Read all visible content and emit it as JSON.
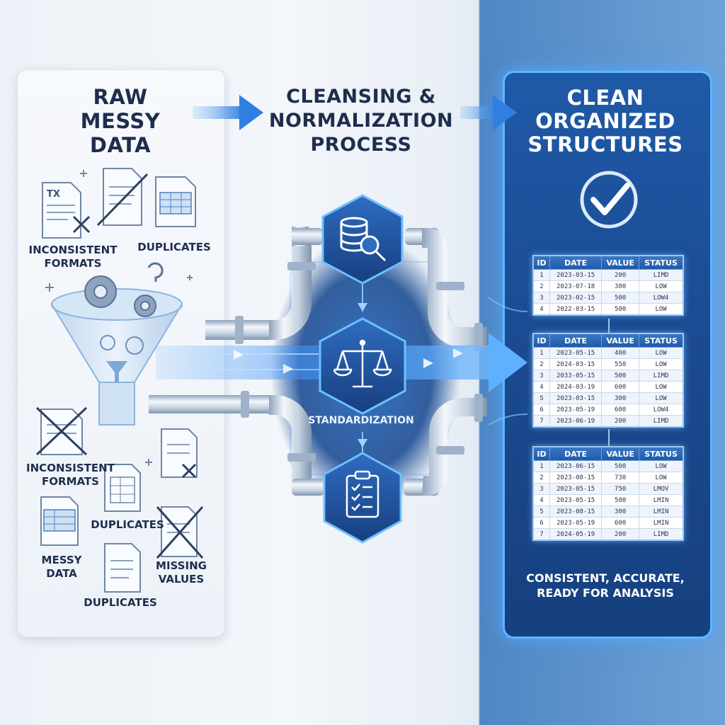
{
  "left_panel": {
    "heading_lines": [
      "RAW",
      "MESSY",
      "DATA"
    ],
    "doc_tag": "TX",
    "labels": {
      "inconsistent_formats_1": [
        "INCONSISTENT",
        "FORMATS"
      ],
      "duplicates_1": "DUPLICATES",
      "inconsistent_formats_2": [
        "INCONSISTENT",
        "FORMATS"
      ],
      "duplicates_2": "DUPLICATES",
      "messy_data": [
        "MESSY",
        "DATA"
      ],
      "missing_values": [
        "MISSING",
        "VALUES"
      ],
      "duplicates_3": "DUPLICATES"
    }
  },
  "middle": {
    "heading_lines": [
      "CLEANSING &",
      "NORMALIZATION",
      "PROCESS"
    ],
    "step_label": "STANDARDIZATION",
    "step_icons": [
      "database-search-icon",
      "scale-balance-icon",
      "checklist-clipboard-icon"
    ]
  },
  "right_panel": {
    "heading_lines": [
      "CLEAN",
      "ORGANIZED",
      "STRUCTURES"
    ],
    "check_icon": "check-circle-icon",
    "columns": [
      "ID",
      "DATE",
      "VALUE",
      "STATUS"
    ],
    "tables": [
      {
        "rows": [
          [
            "1",
            "2023-03-15",
            "200",
            "LIMD"
          ],
          [
            "2",
            "2023-07-18",
            "300",
            "LOW"
          ],
          [
            "3",
            "2023-02-15",
            "500",
            "LOW4"
          ],
          [
            "4",
            "2022-03-15",
            "500",
            "LOW"
          ]
        ]
      },
      {
        "rows": [
          [
            "1",
            "2023-05-15",
            "400",
            "LOW"
          ],
          [
            "2",
            "2024-03-15",
            "550",
            "LOW"
          ],
          [
            "3",
            "2033-05-15",
            "500",
            "LIMD"
          ],
          [
            "4",
            "2024-03-19",
            "600",
            "LOW"
          ],
          [
            "5",
            "2023-03-15",
            "300",
            "LOW"
          ],
          [
            "6",
            "2023-05-19",
            "600",
            "LOW4"
          ],
          [
            "7",
            "2023-06-19",
            "200",
            "LIMD"
          ]
        ]
      },
      {
        "rows": [
          [
            "1",
            "2023-06-15",
            "500",
            "LOW"
          ],
          [
            "2",
            "2023-08-15",
            "730",
            "LOW"
          ],
          [
            "3",
            "2023-05-15",
            "750",
            "LMOV"
          ],
          [
            "4",
            "2023-05-15",
            "500",
            "LMIN"
          ],
          [
            "5",
            "2023-08-15",
            "300",
            "LMIN"
          ],
          [
            "6",
            "2023-05-19",
            "600",
            "LMIN"
          ],
          [
            "7",
            "2024-05-19",
            "200",
            "LIMD"
          ]
        ]
      }
    ],
    "footer_lines": [
      "CONSISTENT, ACCURATE,",
      "READY FOR ANALYSIS"
    ]
  },
  "colors": {
    "accent_blue": "#2f7fe0",
    "glow_blue": "#5fb6ff",
    "dark_navy": "#1f2d4d",
    "panel_navy": "#1b4b92"
  }
}
